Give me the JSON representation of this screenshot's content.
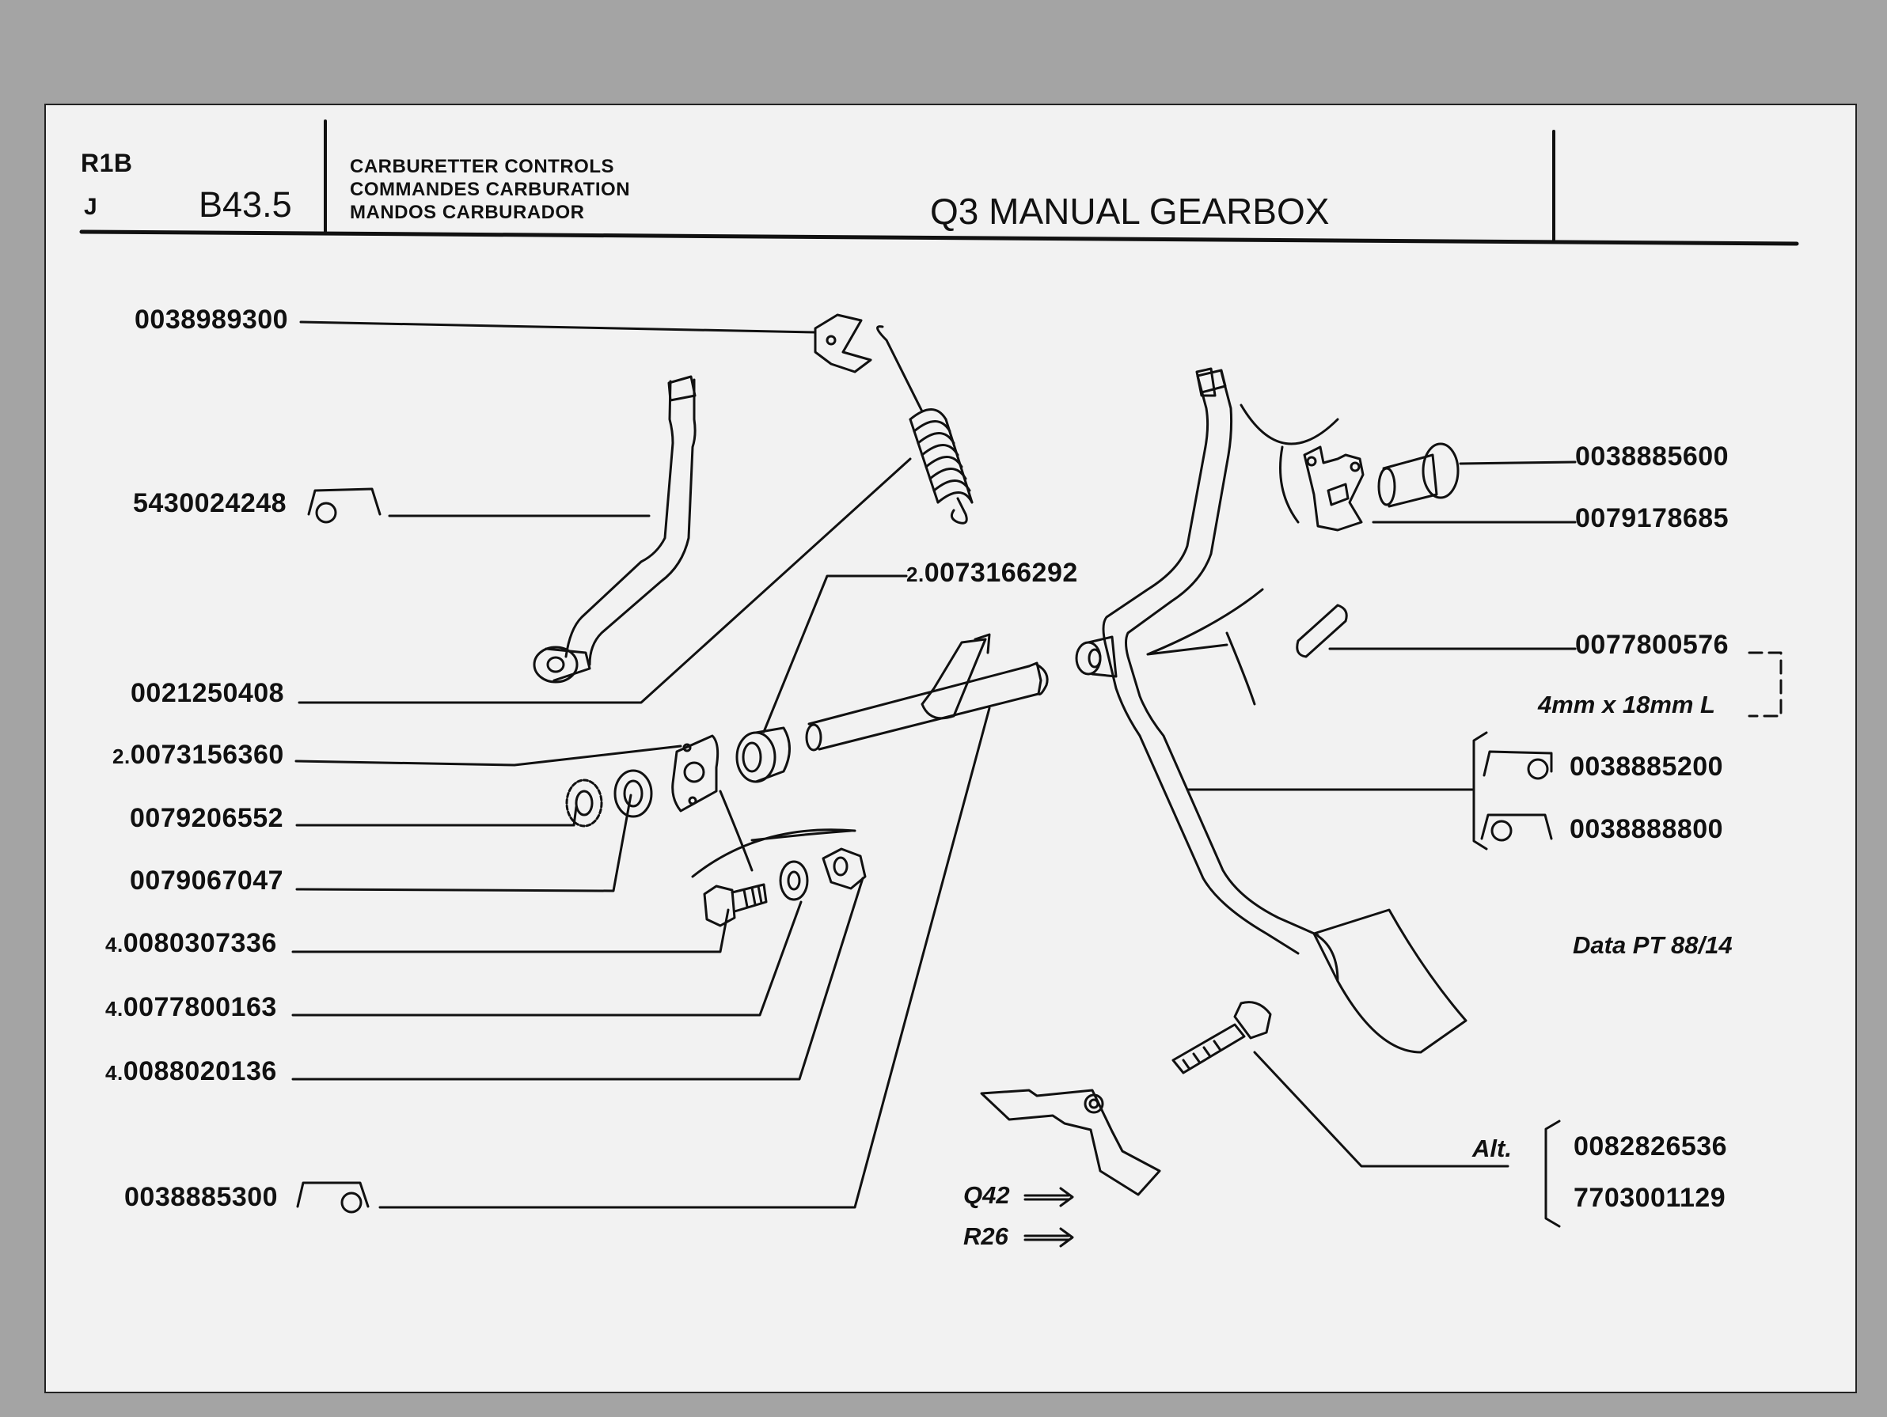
{
  "header": {
    "model": "R1B",
    "variant": "J",
    "page_ref": "B43.5",
    "titles": [
      "CARBURETTER CONTROLS",
      "COMMANDES CARBURATION",
      "MANDOS CARBURADOR"
    ],
    "gearbox": "Q3 MANUAL GEARBOX"
  },
  "left_labels": [
    {
      "qty": "",
      "part": "0038989300"
    },
    {
      "qty": "",
      "part": "5430024248"
    },
    {
      "qty": "",
      "part": "0021250408"
    },
    {
      "qty": "2.",
      "part": "0073156360"
    },
    {
      "qty": "",
      "part": "0079206552"
    },
    {
      "qty": "",
      "part": "0079067047"
    },
    {
      "qty": "4.",
      "part": "0080307336"
    },
    {
      "qty": "4.",
      "part": "0077800163"
    },
    {
      "qty": "4.",
      "part": "0088020136"
    },
    {
      "qty": "",
      "part": "0038885300"
    }
  ],
  "center_label": {
    "qty": "2.",
    "part": "0073166292"
  },
  "right_labels": [
    {
      "part": "0038885600"
    },
    {
      "part": "0079178685"
    },
    {
      "part": "0077800576"
    },
    {
      "part": "0038885200"
    },
    {
      "part": "0038888800"
    }
  ],
  "pin_size": "4mm x 18mm L",
  "data_ref": "Data PT 88/14",
  "alt": {
    "label": "Alt.",
    "parts": [
      "0082826536",
      "7703001129"
    ]
  },
  "variants": [
    "Q42",
    "R26"
  ],
  "icons": [
    "hook-symbol-icon",
    "arrow-right-icon"
  ]
}
